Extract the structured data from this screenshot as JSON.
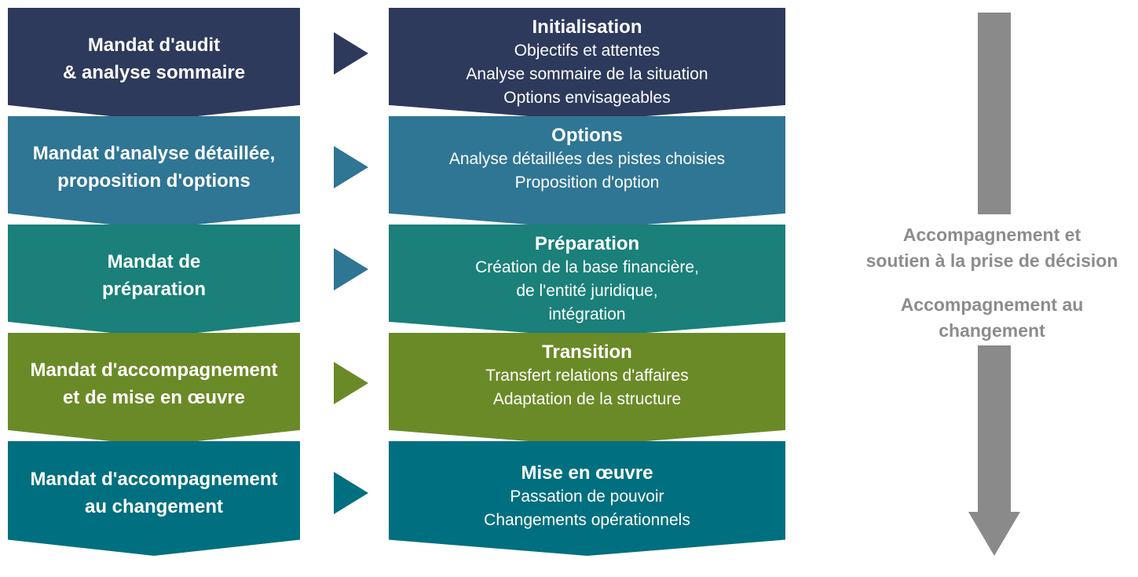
{
  "colors": {
    "navy": "#2d3a5c",
    "steel_blue": "#2f7594",
    "teal": "#1a8079",
    "olive_green": "#6a8a27",
    "petrol": "#006f7f",
    "grey": "#8a8a8a",
    "grey_text": "#8c8c8c"
  },
  "stages": [
    {
      "mandate": "Mandat d'audit\n& analyse sommaire",
      "title": "Initialisation",
      "lines": [
        "Objectifs et attentes",
        "Analyse sommaire de la situation",
        "Options envisageables"
      ]
    },
    {
      "mandate": "Mandat d'analyse détaillée,\nproposition d'options",
      "title": "Options",
      "lines": [
        "Analyse détaillées des pistes choisies",
        "Proposition d'option"
      ]
    },
    {
      "mandate": "Mandat de\npréparation",
      "title": "Préparation",
      "lines": [
        "Création de la base financière,",
        "de l'entité juridique,",
        "intégration"
      ]
    },
    {
      "mandate": "Mandat d'accompagnement\net de mise en œuvre",
      "title": "Transition",
      "lines": [
        "Transfert relations d'affaires",
        "Adaptation de la structure"
      ]
    },
    {
      "mandate": "Mandat d'accompagnement\nau changement",
      "title": "Mise en œuvre",
      "lines": [
        "Passation de pouvoir",
        "Changements opérationnels"
      ]
    }
  ],
  "side": {
    "decision_support": "Accompagnement et\nsoutien à la prise de décision",
    "change_support": "Accompagnement au\nchangement"
  }
}
